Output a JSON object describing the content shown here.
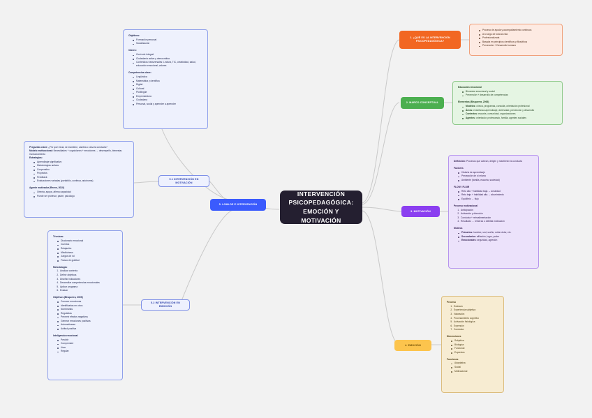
{
  "central": {
    "title": "INTERVENCIÓN PSICOPEDAGÓGICA:\nEMOCIÓN Y MOTIVACIÓN"
  },
  "topics": {
    "que_es": {
      "label": "1. ¿QUÉ ES LA INTERVENCIÓN PSICOPEDAGÓGICA?",
      "color": "#f26722"
    },
    "marco": {
      "label": "2. MARCO CONCEPTUAL",
      "color": "#4caf50"
    },
    "motivacion": {
      "label": "3. MOTIVACIÓN",
      "color": "#8b3ff0"
    },
    "emocion": {
      "label": "4. EMOCIÓN",
      "color": "#fcc44d"
    },
    "lomloe": {
      "label": "5. LOMLOE E INTERVENCIÓN",
      "color": "#3b5bfd"
    },
    "interv_motivacion": {
      "label": "5.1 INTERVENCIÓN EN MOTIVACIÓN",
      "color": "#7e90e8"
    },
    "interv_emocion": {
      "label": "5.2 INTERVENCIÓN EN EMOCIÓN",
      "color": "#7e90e8"
    }
  },
  "que_es_detail": {
    "items": [
      "Proceso de ayuda y acompañamiento continuos",
      "A lo largo de toda la vida",
      "Profesionalizada",
      "Basada en principios científicos y filosóficos",
      "Prevención + Desarrollo humano"
    ]
  },
  "marco_detail": {
    "g1_head": "Educación emocional",
    "g1_items": [
      "Bienestar emocional y social",
      "Prevención + desarrollo de competencias"
    ],
    "g2_head": "Elementos (Bisquerra, 2006)",
    "g2_items": [
      {
        "lbl": "Modelos:",
        "txt": " clínica, programas, consulta, orientación profesional"
      },
      {
        "lbl": "Áreas:",
        "txt": " enseñanza-aprendizaje, diversidad, prevención y desarrollo"
      },
      {
        "lbl": "Contextos:",
        "txt": " escuela, comunidad, organizaciones"
      },
      {
        "lbl": "Agentes:",
        "txt": " orientador, profesorado, familia, agentes sociales"
      }
    ]
  },
  "motivacion_detail": {
    "def_lbl": "Definición:",
    "def_txt": " Procesos que activan, dirigen y mantienen la conducta",
    "g1_head": "Factores",
    "g1_items": [
      "Historia de aprendizaje",
      "Percepción de sí mismo",
      "Ambiente (familia, escuela, sociedad)"
    ],
    "g2_head": "FLOW / FLUIR",
    "g2_items": [
      "Reto alto + habilidad baja → ansiedad",
      "Reto bajo + habilidad alta → aburrimiento",
      "Equilibrio → flujo"
    ],
    "g3_head": "Proceso motivacional",
    "g3_items": [
      "Anticipación",
      "Activación y dirección",
      "Conducta + retroalimentación",
      "Resultado → refuerza o debilita motivación"
    ],
    "g4_head": "Motivos",
    "g4_items": [
      {
        "lbl": "Primarios:",
        "txt": " hambre, sed, sueño, evitar dolor, etc."
      },
      {
        "lbl": "Secundarios:",
        "txt": " afiliación, logro, poder"
      },
      {
        "lbl": "Emocionales:",
        "txt": " seguridad, agresión"
      }
    ]
  },
  "emocion_detail": {
    "g1_head": "Proceso",
    "g1_items": [
      "Estímulo",
      "Experiencia subjetiva",
      "Valoración",
      "Procesamiento cognitivo",
      "Activación fisiológica",
      "Expresión",
      "Conducta"
    ],
    "g2_head": "Dimensiones",
    "g2_items": [
      "Subjetiva",
      "Biológica",
      "Funcional",
      "Expresiva"
    ],
    "g3_head": "Funciones",
    "g3_items": [
      "Adaptativa",
      "Social",
      "Motivacional"
    ]
  },
  "lomloe_detail": {
    "g1_head": "Objetivos:",
    "g1_items": [
      "Formación personal",
      "Socialización"
    ],
    "g2_head": "Claves:",
    "g2_items": [
      "Currículo integral",
      "Ciudadanía activa y democrática",
      "Contenidos transversales: Lectura, TIC, creatividad, salud, educación emocional, valores"
    ],
    "g3_head": "Competencias clave:",
    "g3_items": [
      "Lingüística",
      "Matemática y científica",
      "Digital",
      "Cultural",
      "Plurilingüe",
      "Emprendedora",
      "Ciudadana",
      "Personal, social y aprender a aprender"
    ]
  },
  "interv_motivacion_detail": {
    "q_lbl": "Preguntas clave:",
    "q_txt": " ¿Por qué inicia, se mantiene, cambia o cesa la conducta?",
    "m_lbl": "Modelo motivacional:",
    "m_txt": " Necesidades + cogniciones + emociones → desempeño, bienestar, involucramiento",
    "g1_head": "Estrategias:",
    "g1_items": [
      "Aprendizaje significativo",
      "Metodologías activas",
      "Cooperativo",
      "Proyectos",
      "Feedback",
      "Evaluaciones variadas (portafolio, continua, autónoma)"
    ],
    "g2_head": "Agente motivador (Reeve, 2010)",
    "g2_items": [
      "Orienta, apoya, afirma capacidad",
      "Puede ser profesor, padre, psicólogo"
    ]
  },
  "interv_emocion_detail": {
    "g1_head": "Técnicas:",
    "g1_items": [
      "Diccionario emocional",
      "Cuentos",
      "Relajación",
      "Mindfulness",
      "Juegos de rol",
      "Frasco de gratitud"
    ],
    "g2_head": "Metodología:",
    "g2_items": [
      "Analizar contexto",
      "Definir objetivos",
      "Diseñar indicadores",
      "Desarrollar competencias emocionales",
      "Aplicar programa",
      "Evaluar"
    ],
    "g3_head": "Objetivos (Bisquerra, 2009)",
    "g3_items": [
      "Conocer emociones",
      "Identificarlas en otros",
      "Nombrarlas",
      "Regularlas",
      "Prevenir efectos negativos",
      "Generar emociones positivas",
      "Automotivarse",
      "Actitud positiva"
    ],
    "g4_head": "Inteligencia emocional",
    "g4_items": [
      "Percibir",
      "Comprender",
      "Usar",
      "Regular"
    ]
  }
}
